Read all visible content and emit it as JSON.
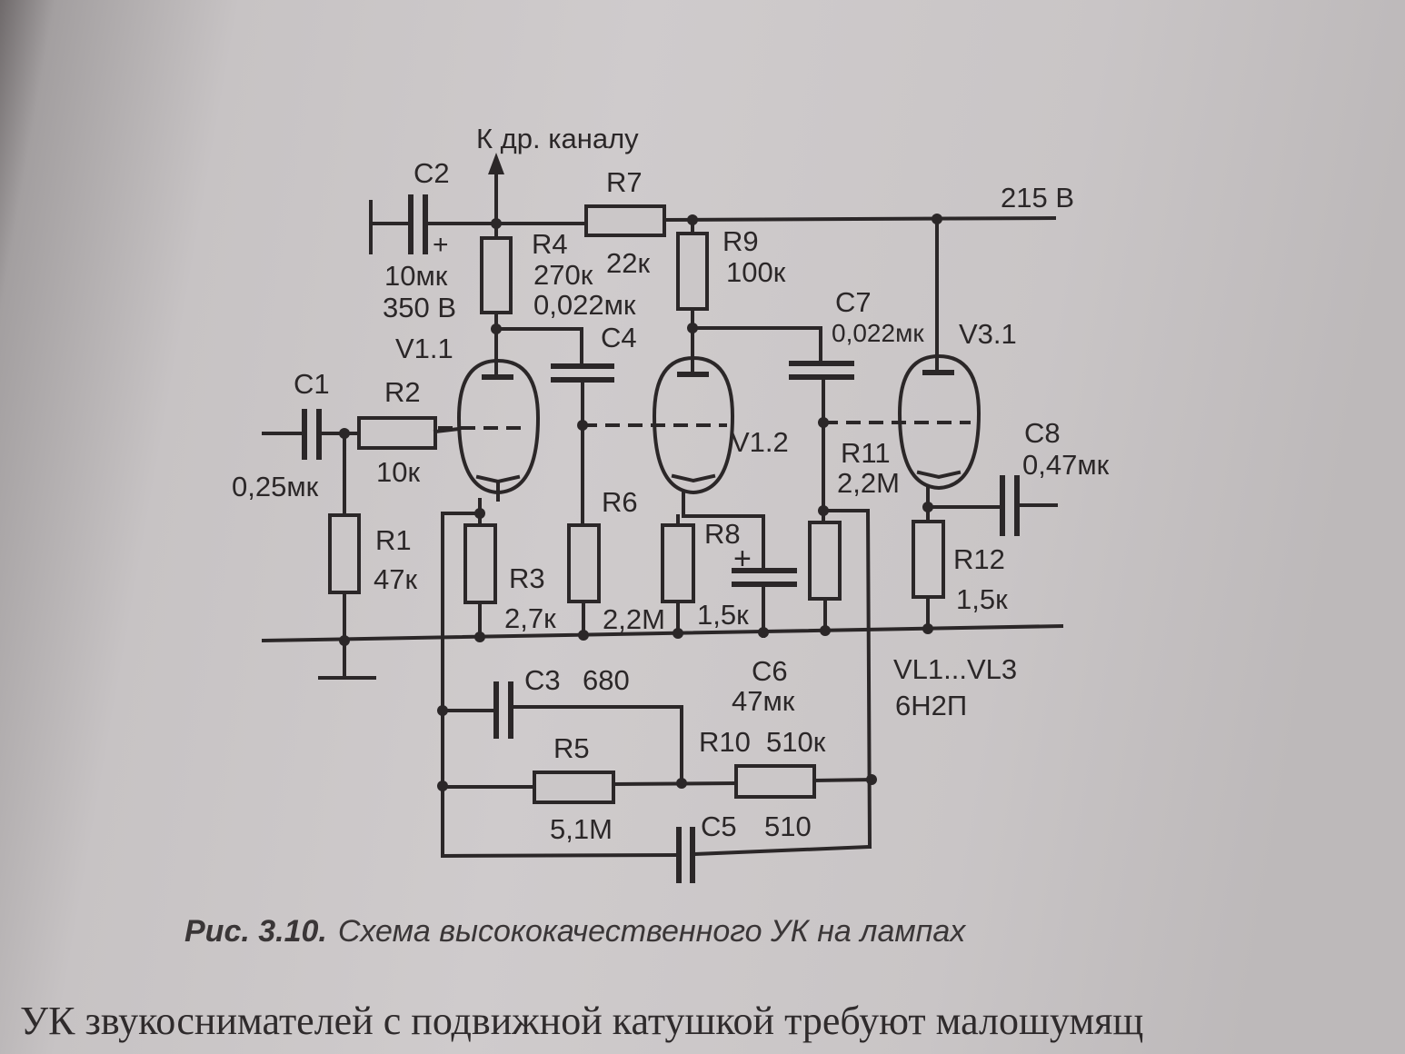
{
  "labels": {
    "to_other_channel": "К др. каналу",
    "supply_voltage": "215 В",
    "c2": {
      "name": "C2",
      "value": "10мк",
      "voltage": "350 В",
      "polarity": "+"
    },
    "r4": {
      "name": "R4",
      "value": "270к"
    },
    "r7": {
      "name": "R7",
      "value": "22к"
    },
    "c4": {
      "name": "C4",
      "value": "0,022мк"
    },
    "r9": {
      "name": "R9",
      "value": "100к"
    },
    "c7": {
      "name": "C7",
      "value": "0,022мк"
    },
    "v1_1": "V1.1",
    "v1_2": "V1.2",
    "v3_1": "V3.1",
    "c1": {
      "name": "C1",
      "value": "0,25мк"
    },
    "r2": {
      "name": "R2",
      "value": "10к"
    },
    "r1": {
      "name": "R1",
      "value": "47к"
    },
    "r3": {
      "name": "R3",
      "value": "2,7к"
    },
    "r6": {
      "name": "R6",
      "value": "2,2М"
    },
    "r8": {
      "name": "R8",
      "value": "1,5к"
    },
    "c6": {
      "name": "C6",
      "value": "47мк",
      "polarity": "+"
    },
    "r11": {
      "name": "R11",
      "value": "2,2М"
    },
    "c8": {
      "name": "C8",
      "value": "0,47мк"
    },
    "r12": {
      "name": "R12",
      "value": "1,5к"
    },
    "tubes": {
      "range": "VL1...VL3",
      "type": "6Н2П"
    },
    "c3": {
      "name": "C3",
      "value": "680"
    },
    "r5": {
      "name": "R5",
      "value": "5,1М"
    },
    "r10": {
      "name": "R10",
      "value": "510к"
    },
    "c5": {
      "name": "C5",
      "value": "510"
    }
  },
  "caption": {
    "number": "Рис. 3.10.",
    "text": "Схема высококачественного УК на лампах"
  },
  "body_text": "УК звукоснимателей с подвижной катушкой требуют малошумящ"
}
